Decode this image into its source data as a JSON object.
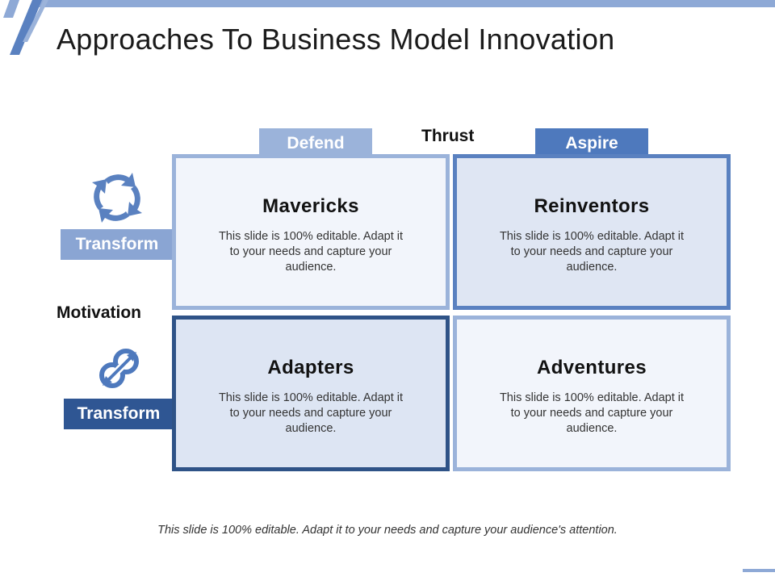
{
  "title": "Approaches To Business Model Innovation",
  "axes": {
    "top": "Thrust",
    "left": "Motivation"
  },
  "column_tabs": [
    {
      "label": "Defend"
    },
    {
      "label": "Aspire"
    }
  ],
  "row_tabs": [
    {
      "label": "Transform"
    },
    {
      "label": "Transform"
    }
  ],
  "quadrants": [
    {
      "title": "Mavericks",
      "body": "This slide is 100% editable. Adapt it to your needs and capture your audience."
    },
    {
      "title": "Reinventors",
      "body": "This slide is 100% editable. Adapt it to your needs and capture your audience."
    },
    {
      "title": "Adapters",
      "body": "This slide is 100% editable. Adapt it to your needs and capture your audience."
    },
    {
      "title": "Adventures",
      "body": "This slide is 100% editable. Adapt it to your needs and capture your audience."
    }
  ],
  "icons": {
    "row1": "cycle-arrows-icon",
    "row2": "link-arrows-icon"
  },
  "colors": {
    "light_blue": "#9bb3da",
    "mid_blue": "#4e79bd",
    "dark_blue": "#2f5693",
    "pale_fill": "#f2f5fb",
    "tint_fill": "#dfe6f3"
  },
  "footer": "This slide is 100% editable. Adapt it to your needs and capture your audience's attention."
}
